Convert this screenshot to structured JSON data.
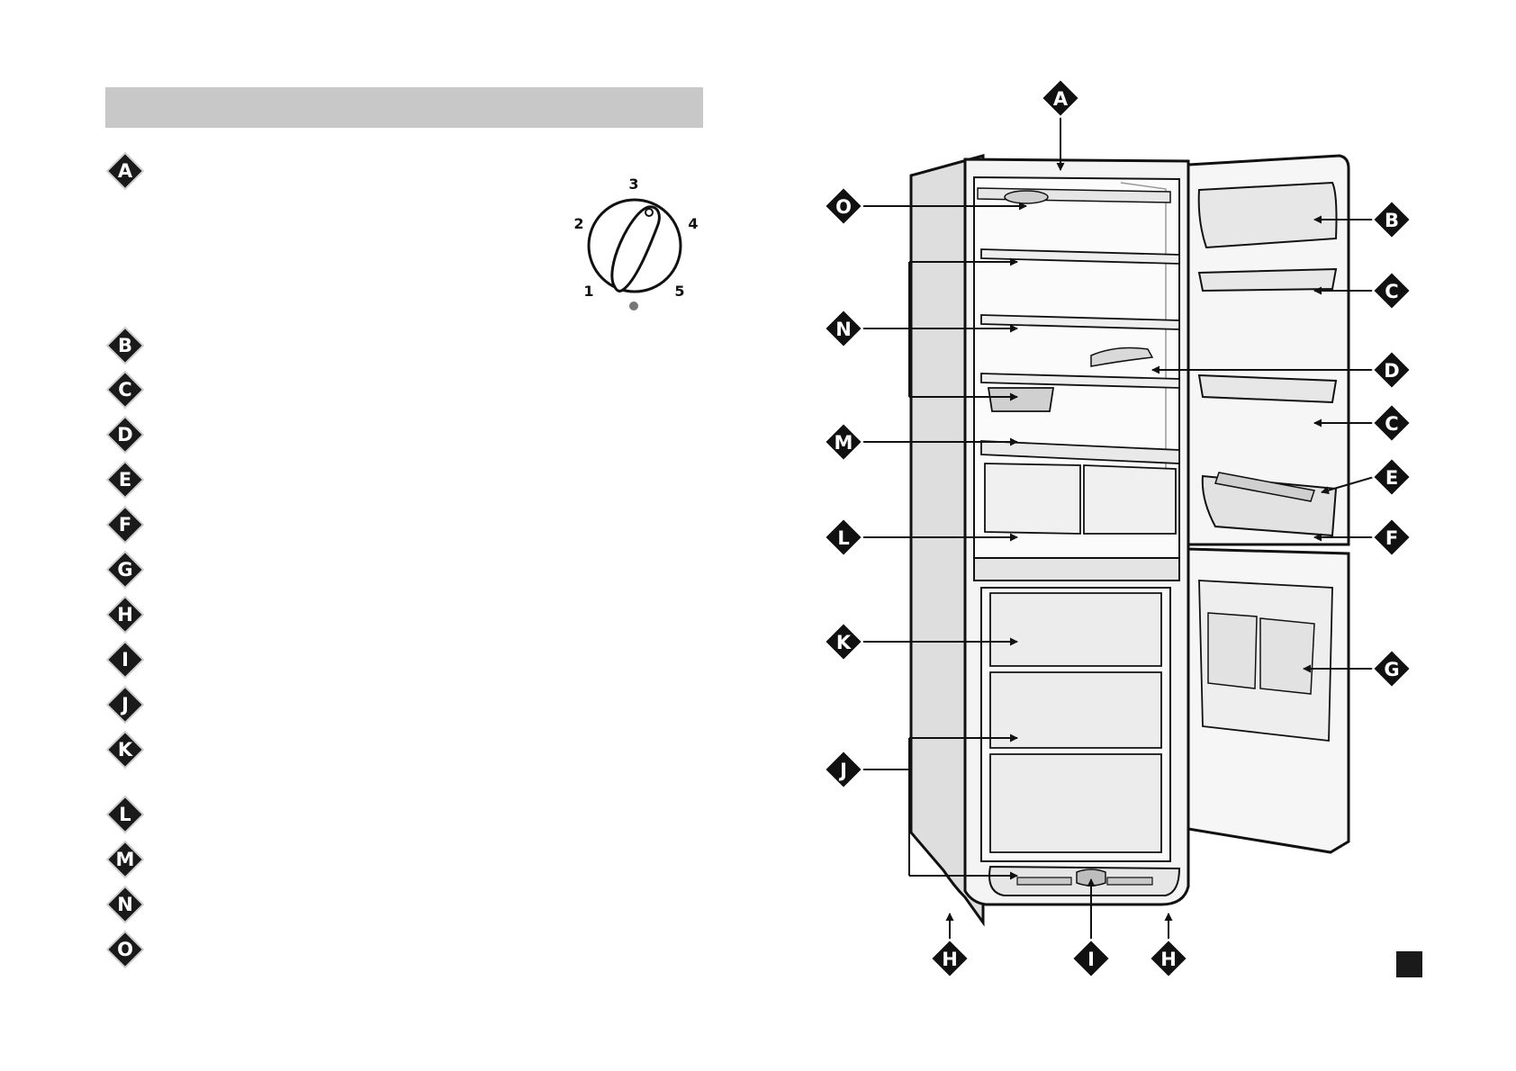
{
  "legend": {
    "items": [
      {
        "letter": "A"
      },
      {
        "letter": "B"
      },
      {
        "letter": "C"
      },
      {
        "letter": "D"
      },
      {
        "letter": "E"
      },
      {
        "letter": "F"
      },
      {
        "letter": "G"
      },
      {
        "letter": "H"
      },
      {
        "letter": "I"
      },
      {
        "letter": "J"
      },
      {
        "letter": "K"
      },
      {
        "letter": "L"
      },
      {
        "letter": "M"
      },
      {
        "letter": "N"
      },
      {
        "letter": "O"
      }
    ]
  },
  "thermostat_dial": {
    "settings": [
      "1",
      "2",
      "3",
      "4",
      "5"
    ]
  },
  "diagram": {
    "callouts": [
      {
        "letter": "A"
      },
      {
        "letter": "O"
      },
      {
        "letter": "B"
      },
      {
        "letter": "C"
      },
      {
        "letter": "N"
      },
      {
        "letter": "D"
      },
      {
        "letter": "M"
      },
      {
        "letter": "C"
      },
      {
        "letter": "E"
      },
      {
        "letter": "L"
      },
      {
        "letter": "F"
      },
      {
        "letter": "K"
      },
      {
        "letter": "G"
      },
      {
        "letter": "J"
      },
      {
        "letter": "H"
      },
      {
        "letter": "I"
      },
      {
        "letter": "H"
      }
    ]
  },
  "colors": {
    "heading_bar": "#c8c8c8",
    "ink": "#1a1a1a",
    "appliance_fill": "#f2f2f2",
    "shadow": "#bdbdbd"
  }
}
